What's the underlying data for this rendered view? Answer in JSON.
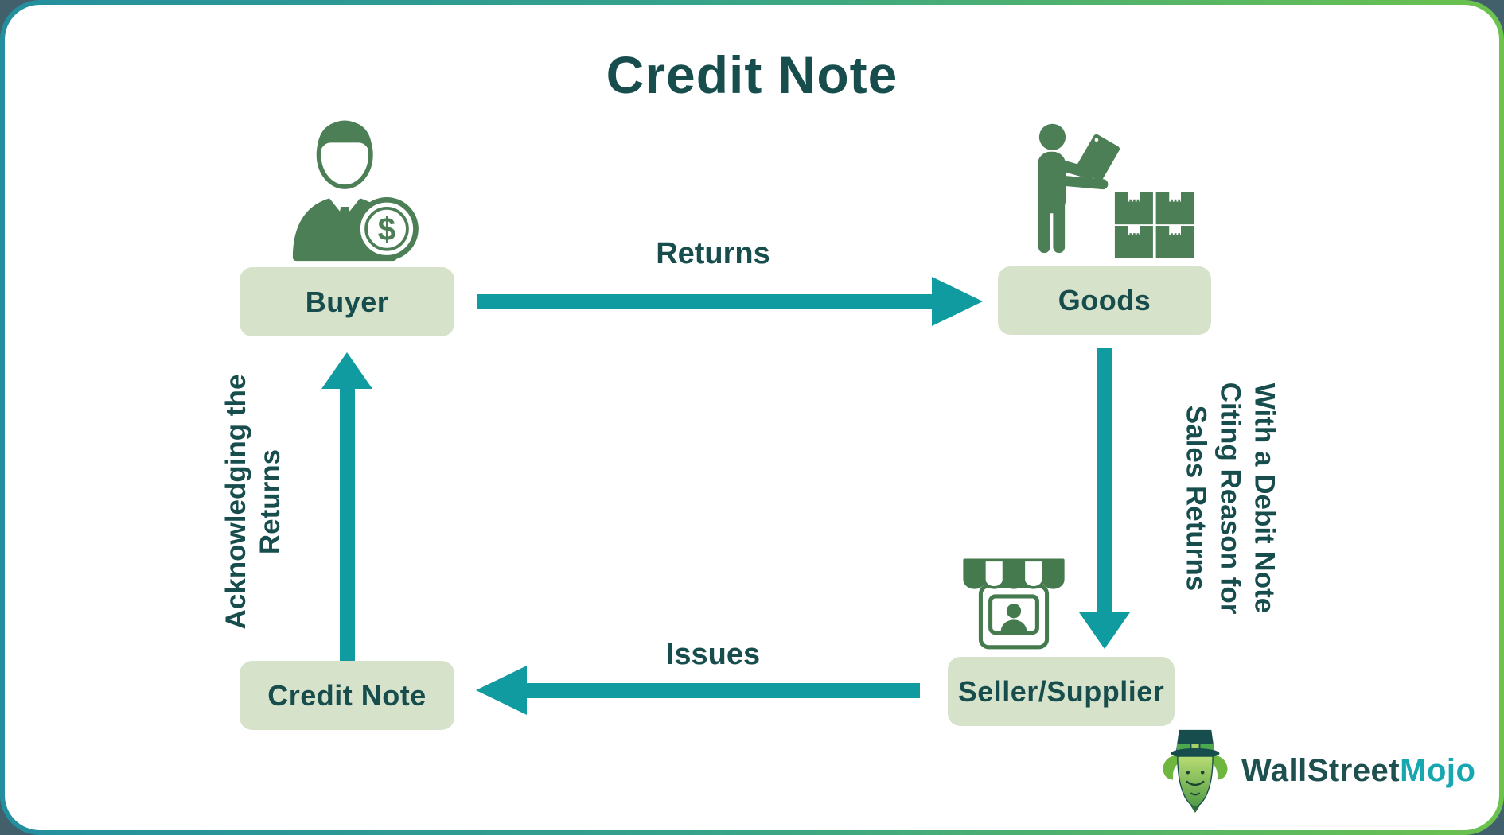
{
  "title": "Credit Note",
  "nodes": {
    "buyer": {
      "label": "Buyer"
    },
    "goods": {
      "label": "Goods"
    },
    "seller_supplier": {
      "label": "Seller/Supplier"
    },
    "credit_note": {
      "label": "Credit Note"
    }
  },
  "edges": {
    "buyer_to_goods": {
      "label": "Returns",
      "direction": "right"
    },
    "goods_to_seller": {
      "lines": [
        "With a Debit Note",
        "Citing Reason for",
        "Sales Returns"
      ],
      "direction": "down"
    },
    "seller_to_credit_note": {
      "label": "Issues",
      "direction": "left"
    },
    "credit_note_to_buyer": {
      "lines": [
        "Acknowledging the",
        "Returns"
      ],
      "direction": "up"
    }
  },
  "icons": {
    "buyer": "businessman-dollar-icon",
    "goods": "person-with-boxes-icon",
    "seller_supplier": "storefront-icon",
    "logo": "bull-mascot-icon",
    "dollar_glyph": "$"
  },
  "logo": {
    "text_primary": "WallStreet",
    "text_accent": "Mojo"
  },
  "colors": {
    "heading_text": "#174e4d",
    "arrow_teal": "#0f9ba0",
    "node_background": "#d7e2cb",
    "icon_green": "#4d7f57",
    "storefront_green": "#447a4e",
    "border_gradient_left": "#238f9e",
    "border_gradient_right": "#6cc24d",
    "page_corner_background": "#41606b",
    "logo_accent": "#16a7b0"
  }
}
